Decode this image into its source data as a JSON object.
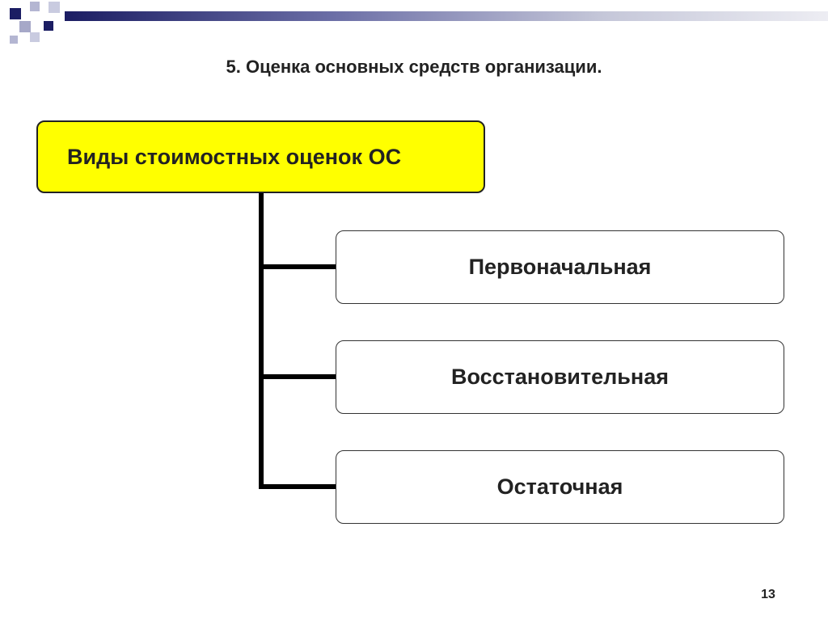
{
  "slide": {
    "title": "5. Оценка основных средств организации.",
    "page_number": "13"
  },
  "diagram": {
    "root": {
      "label": "Виды стоимостных оценок ОС",
      "fill_color": "#ffff00"
    },
    "children": [
      {
        "label": "Первоначальная"
      },
      {
        "label": "Восстановительная"
      },
      {
        "label": "Остаточная"
      }
    ]
  },
  "theme": {
    "accent_dark": "#1b1d63",
    "accent_light": "#a6a8c8"
  }
}
